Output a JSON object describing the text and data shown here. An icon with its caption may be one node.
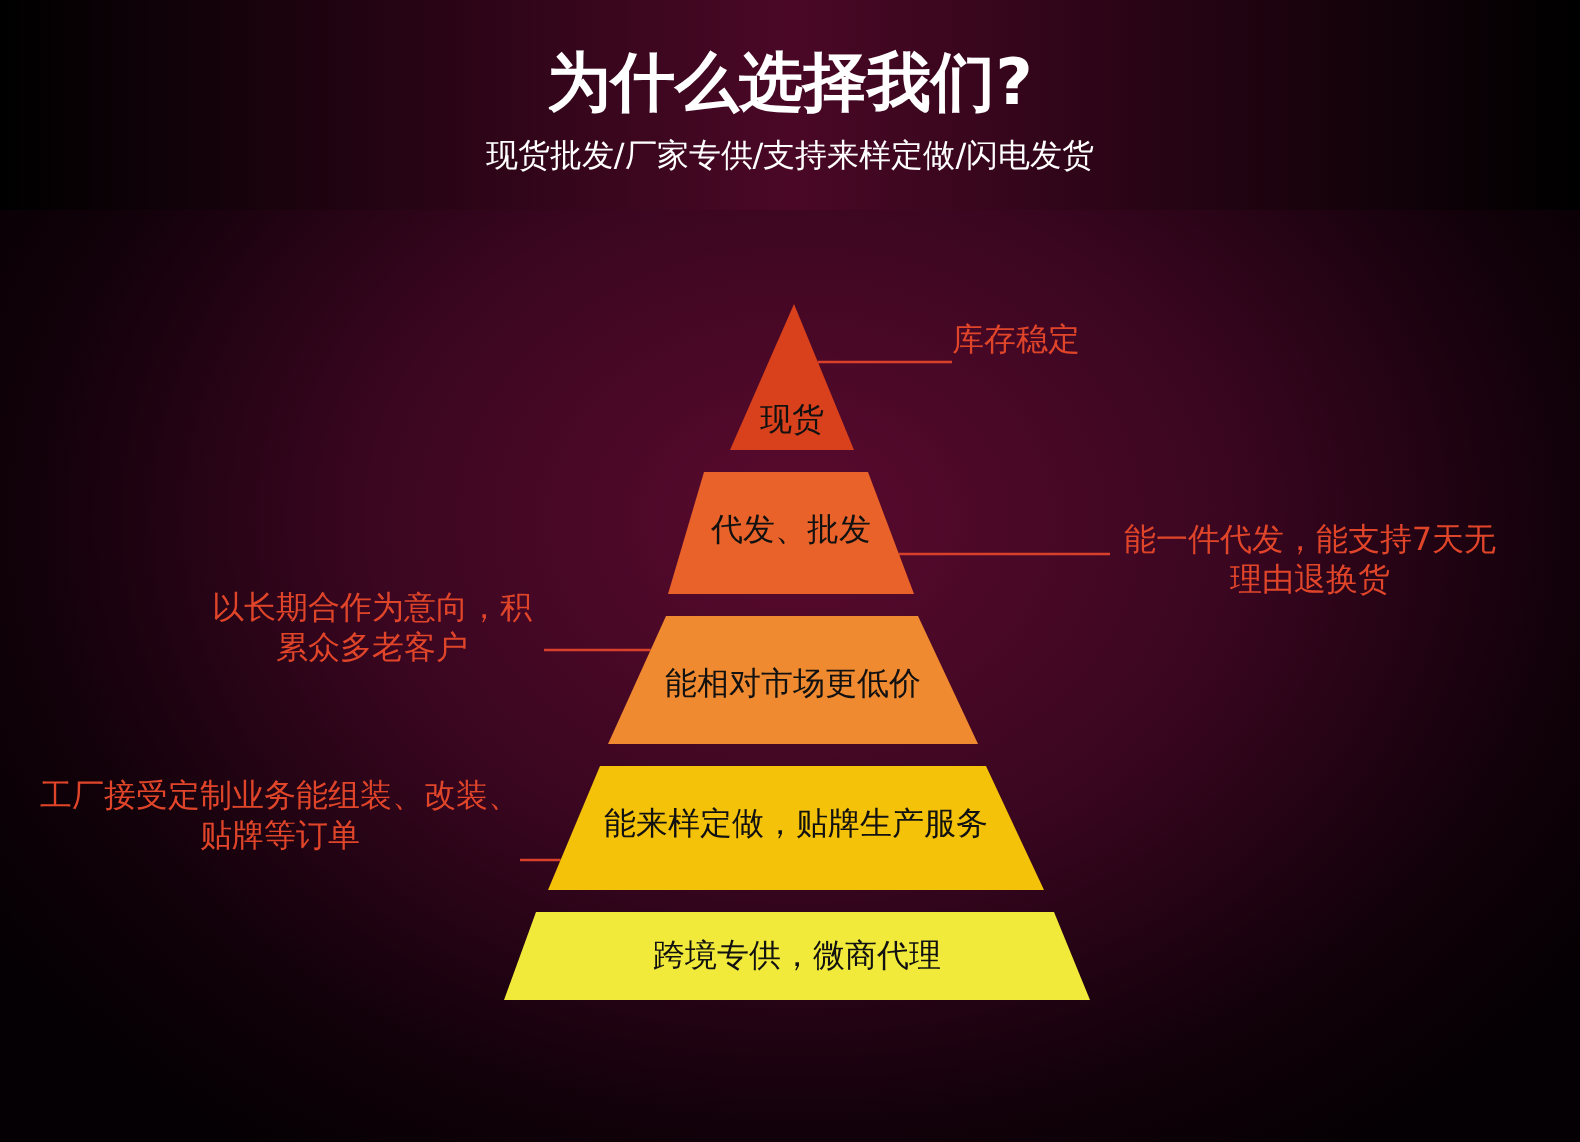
{
  "diagram": {
    "title": "为什么选择我们?",
    "nodes": [
      {
        "text": [
          "现货"
        ]
      },
      {
        "text": [
          "代发、批发"
        ]
      },
      {
        "text": [
          "能相对市场更低价"
        ]
      },
      {
        "text": [
          "能来样定做，贴牌生产服务"
        ]
      },
      {
        "text": [
          "跨境专供，微商代理"
        ]
      },
      {
        "text": [
          "库存稳定"
        ]
      },
      {
        "text": [
          "能一件代发，能支持7天无理由退换货"
        ]
      },
      {
        "text": [
          "以长期合作为意向，积累众多老客户"
        ]
      },
      {
        "text": [
          "工厂接受定制业务能组装、改装、贴牌等订单"
        ]
      }
    ],
    "edges": [
      {
        "from": 5,
        "to": 0,
        "arrow": "none"
      },
      {
        "from": 6,
        "to": 1,
        "arrow": "none"
      },
      {
        "from": 7,
        "to": 2,
        "arrow": "none"
      },
      {
        "from": 8,
        "to": 3,
        "arrow": "none"
      }
    ],
    "labels": [
      "现货批发/厂家专供/支持来样定做/闪电发货"
    ]
  }
}
